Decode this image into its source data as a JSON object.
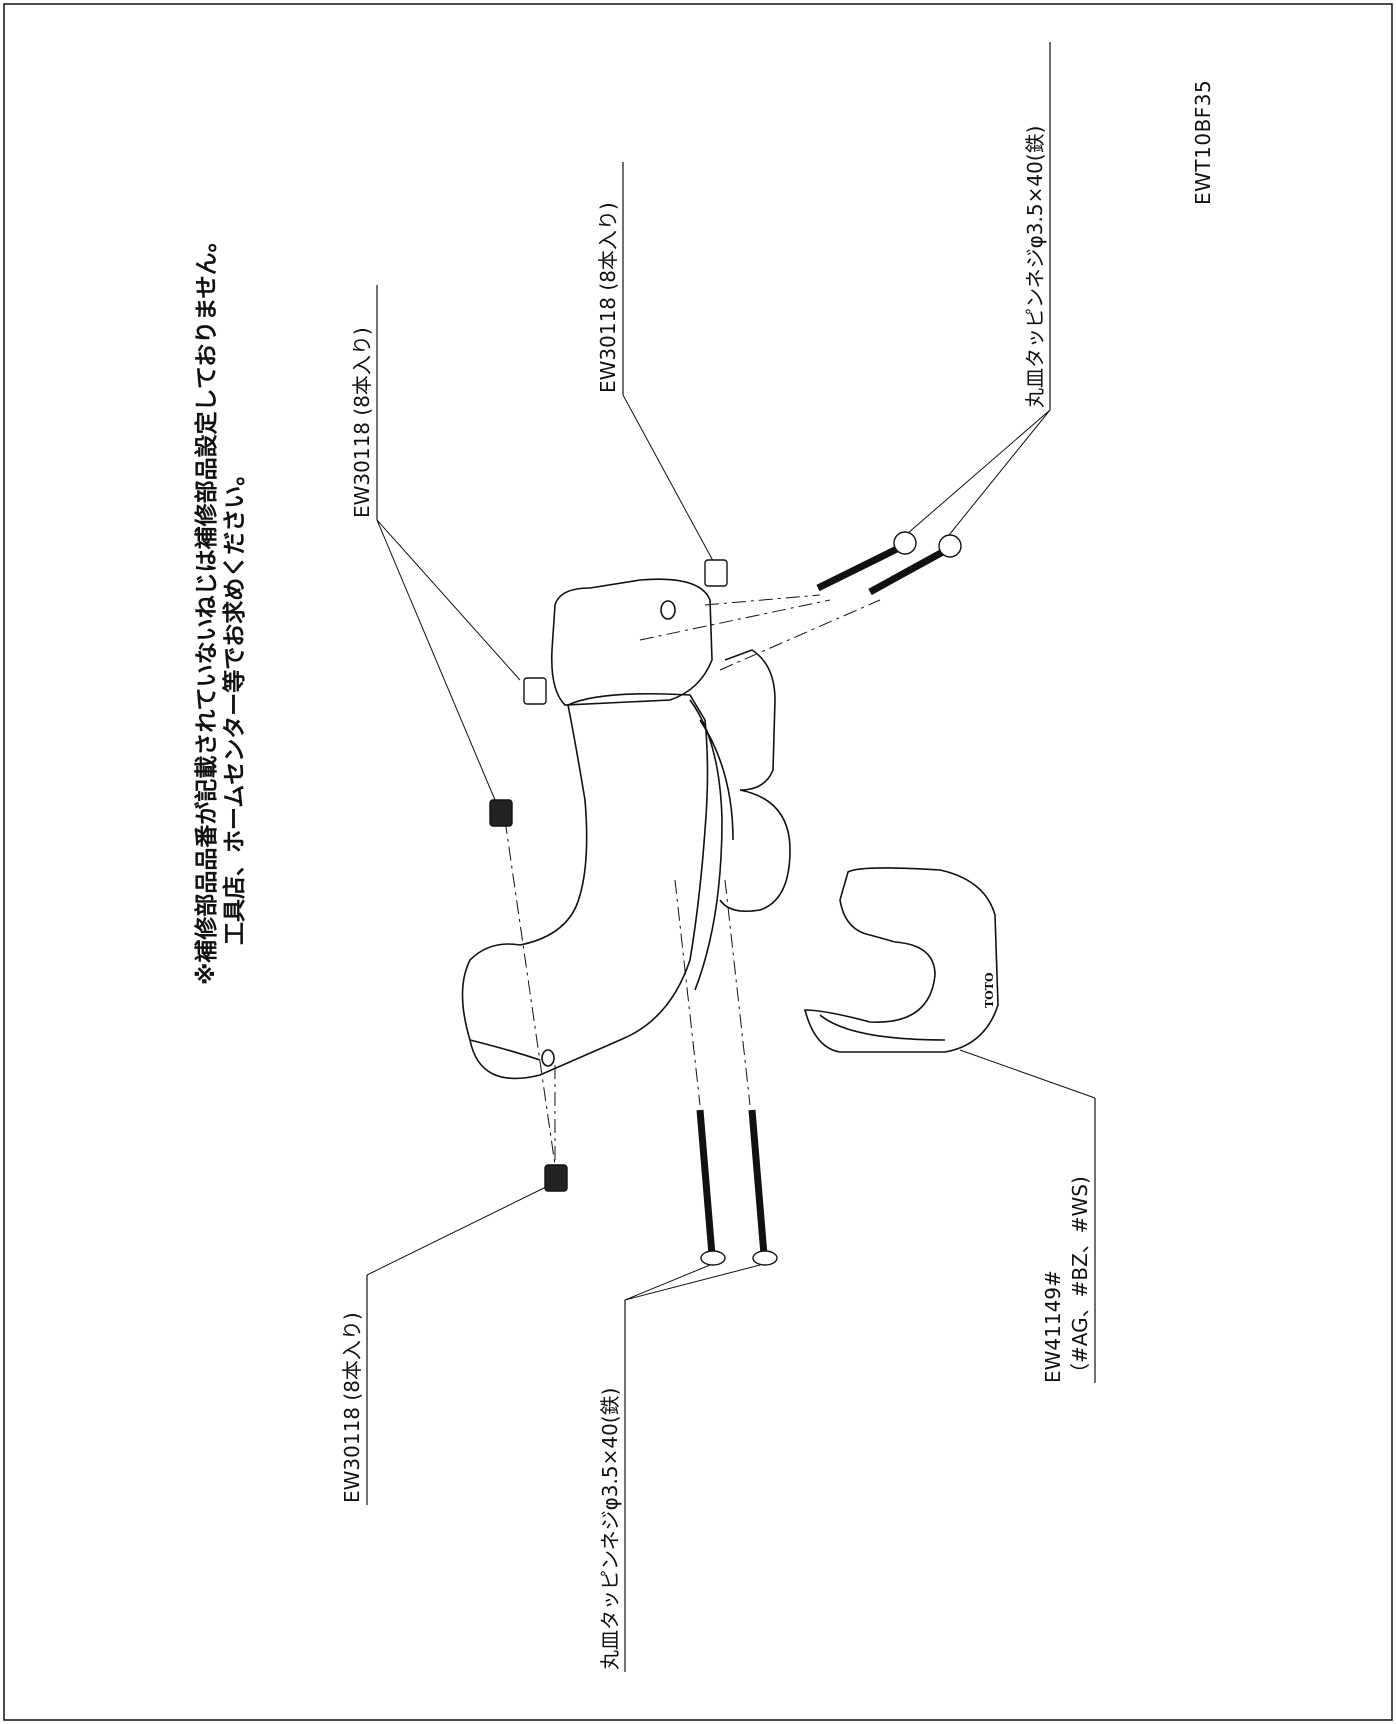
{
  "document_code": "EWT10BF35",
  "note": {
    "line1": "※補修部品品番が記載されていないねじは補修部品設定しておりません。",
    "line2": "工具店、ホームセンター等でお求めください。"
  },
  "labels": {
    "set_screw_left": "EW30118 (8本入り)",
    "set_screw_center": "EW30118 (8本入り)",
    "set_screw_top": "EW30118 (8本入り)",
    "tapping_screw_bottom": "丸皿タッピンネジφ3.5×40(鉄)",
    "tapping_screw_top": "丸皿タッピンネジφ3.5×40(鉄)",
    "cover_part": "EW41149#",
    "cover_colors": "（#AG、#BZ、#WS)"
  },
  "brand_mark": "TOTO",
  "colors": {
    "line": "#111111",
    "background": "#ffffff"
  }
}
